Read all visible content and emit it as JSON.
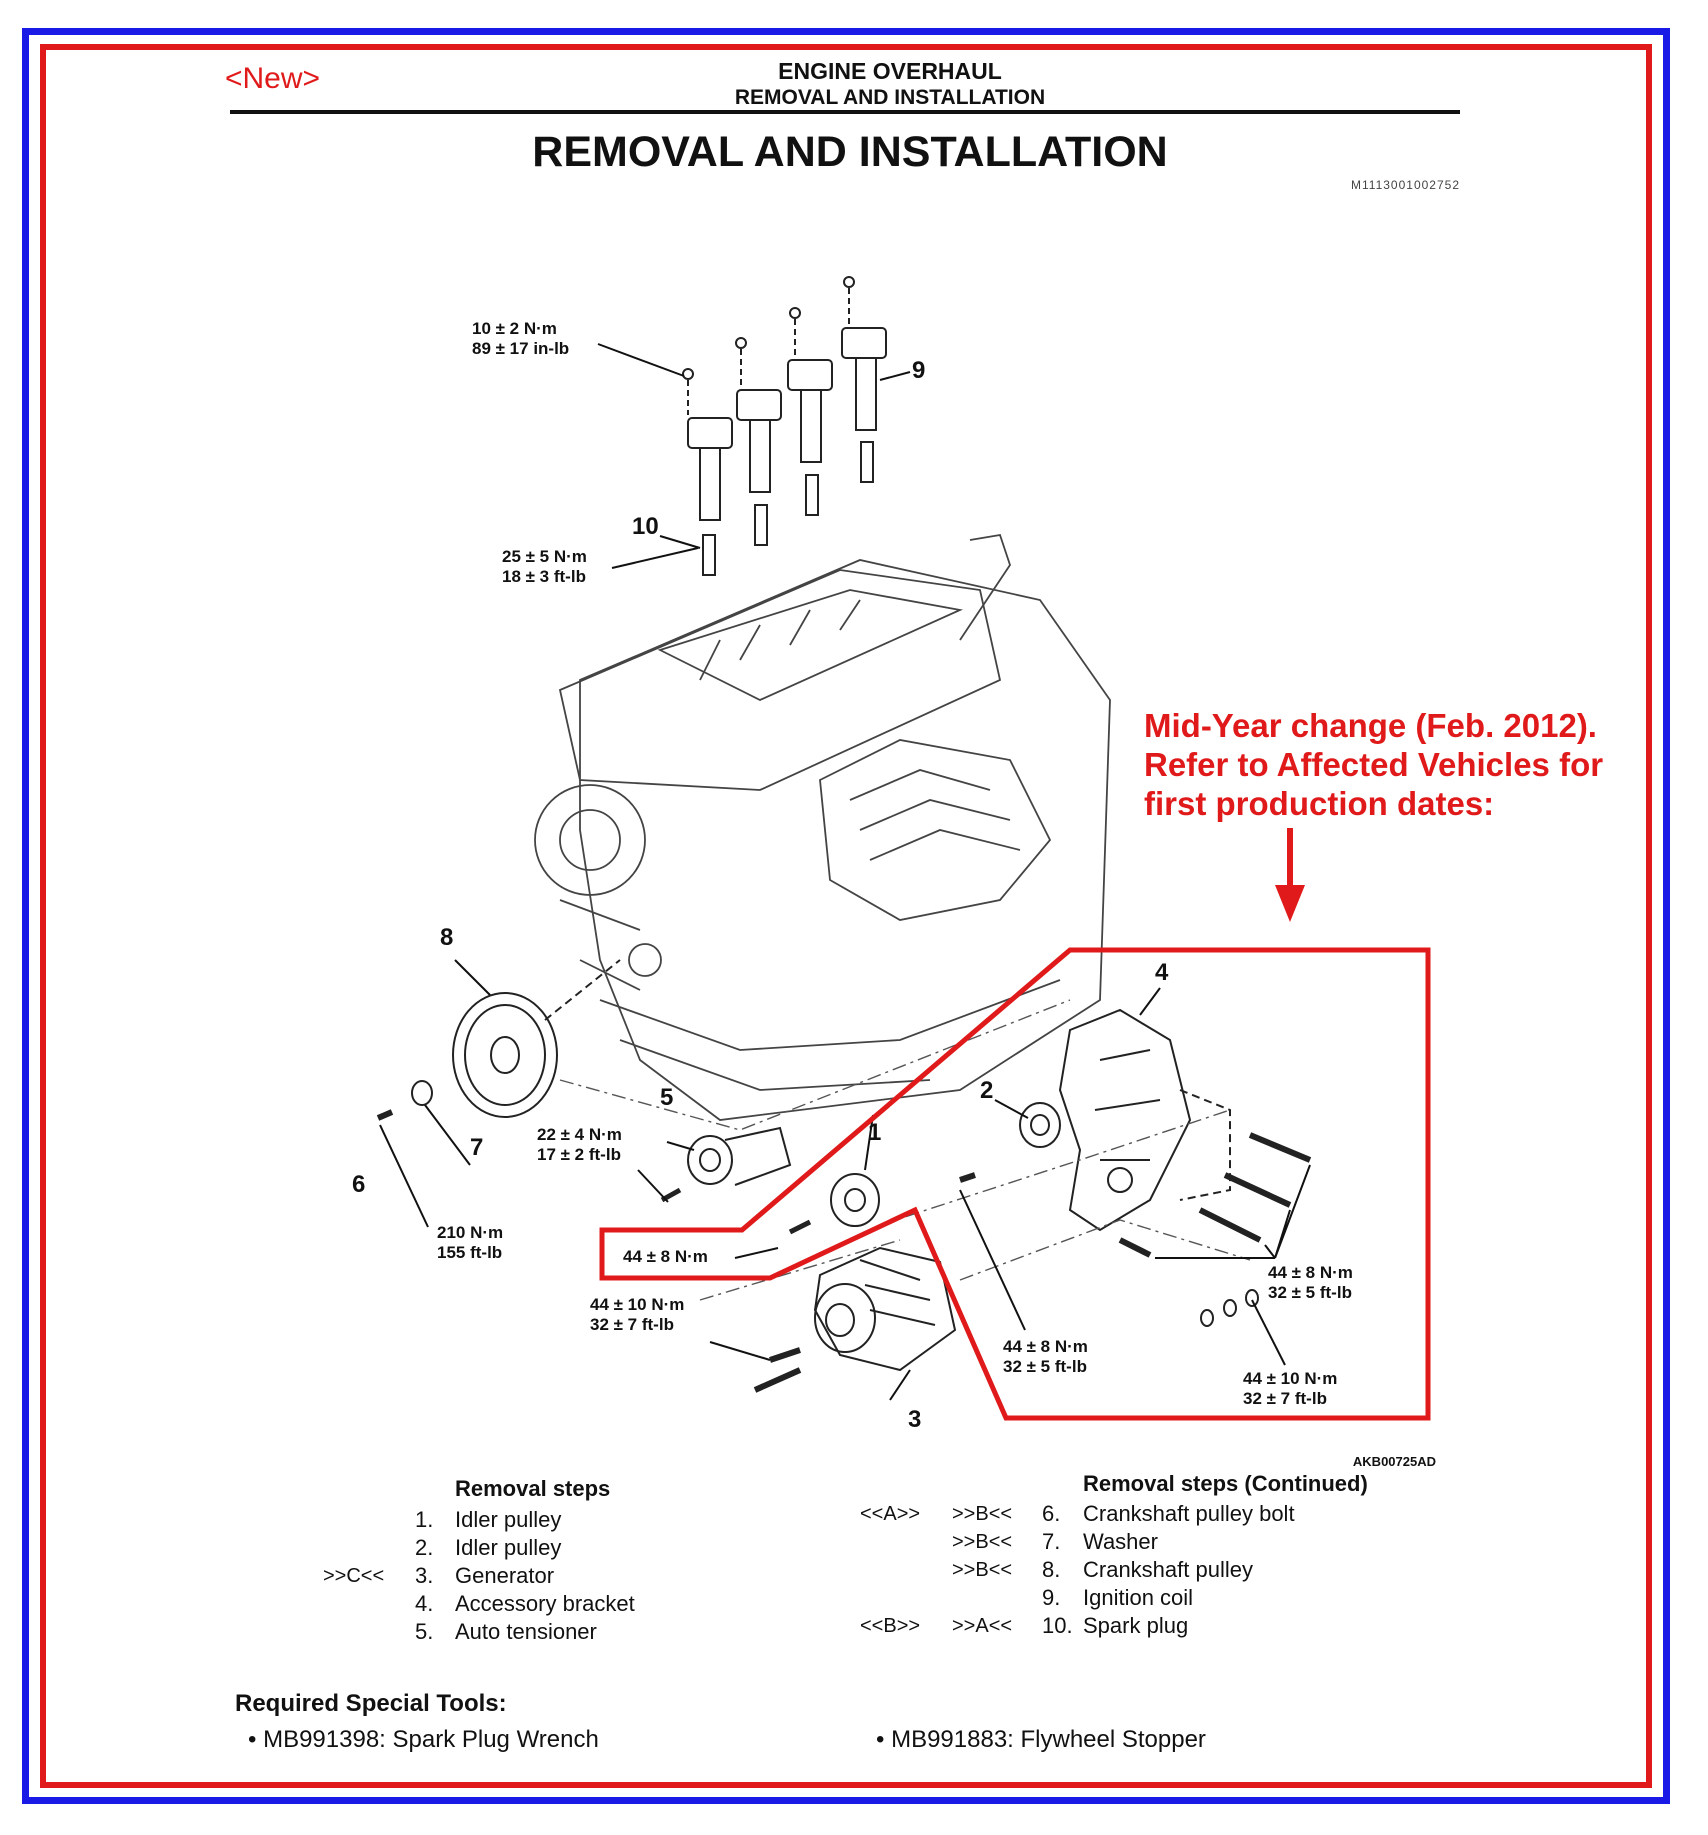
{
  "header": {
    "tag": "<New>",
    "section": "ENGINE OVERHAUL",
    "subsection": "REMOVAL AND INSTALLATION",
    "title": "REMOVAL AND INSTALLATION",
    "doc_id": "M1113001002752"
  },
  "figure": {
    "id": "AKB00725AD",
    "callouts": [
      "1",
      "2",
      "3",
      "4",
      "5",
      "6",
      "7",
      "8",
      "9",
      "10"
    ],
    "torques": {
      "coil_bolt": [
        "10 ± 2 N·m",
        "89 ± 17 in-lb"
      ],
      "spark_plug": [
        "25 ± 5 N·m",
        "18 ± 3 ft-lb"
      ],
      "tensioner": [
        "22 ± 4 N·m",
        "17 ± 2 ft-lb"
      ],
      "crank_bolt": [
        "210 N·m",
        "155 ft-lb"
      ],
      "idler": [
        "44 ± 8 N·m"
      ],
      "generator": [
        "44 ± 10 N·m",
        "32 ± 7 ft-lb"
      ],
      "bracket_lower": [
        "44 ± 8 N·m",
        "32 ± 5 ft-lb"
      ],
      "bracket_right": [
        "44 ± 8 N·m",
        "32 ± 5 ft-lb"
      ],
      "bracket_nut": [
        "44 ± 10 N·m",
        "32 ± 7 ft-lb"
      ]
    },
    "note": [
      "Mid-Year change (Feb. 2012).",
      "Refer to Affected Vehicles for",
      "first production dates:"
    ],
    "colors": {
      "highlight": "#e01a1a",
      "outer_frame": "#1a1ae6"
    }
  },
  "removal_steps": {
    "title": "Removal steps",
    "items": [
      {
        "num": "1.",
        "label": "Idler pulley",
        "mark": ""
      },
      {
        "num": "2.",
        "label": "Idler pulley",
        "mark": ""
      },
      {
        "num": "3.",
        "label": "Generator",
        "mark": ">>C<<"
      },
      {
        "num": "4.",
        "label": "Accessory bracket",
        "mark": ""
      },
      {
        "num": "5.",
        "label": "Auto tensioner",
        "mark": ""
      }
    ]
  },
  "removal_steps_continued": {
    "title": "Removal steps (Continued)",
    "items": [
      {
        "mark1": "<<A>>",
        "mark2": ">>B<<",
        "num": "6.",
        "label": "Crankshaft pulley bolt"
      },
      {
        "mark1": "",
        "mark2": ">>B<<",
        "num": "7.",
        "label": "Washer"
      },
      {
        "mark1": "",
        "mark2": ">>B<<",
        "num": "8.",
        "label": "Crankshaft pulley"
      },
      {
        "mark1": "",
        "mark2": "",
        "num": "9.",
        "label": "Ignition coil"
      },
      {
        "mark1": "<<B>>",
        "mark2": ">>A<<",
        "num": "10.",
        "label": "Spark plug"
      }
    ]
  },
  "tools": {
    "title": "Required Special Tools:",
    "items": [
      "MB991398: Spark Plug Wrench",
      "MB991883: Flywheel Stopper"
    ]
  }
}
